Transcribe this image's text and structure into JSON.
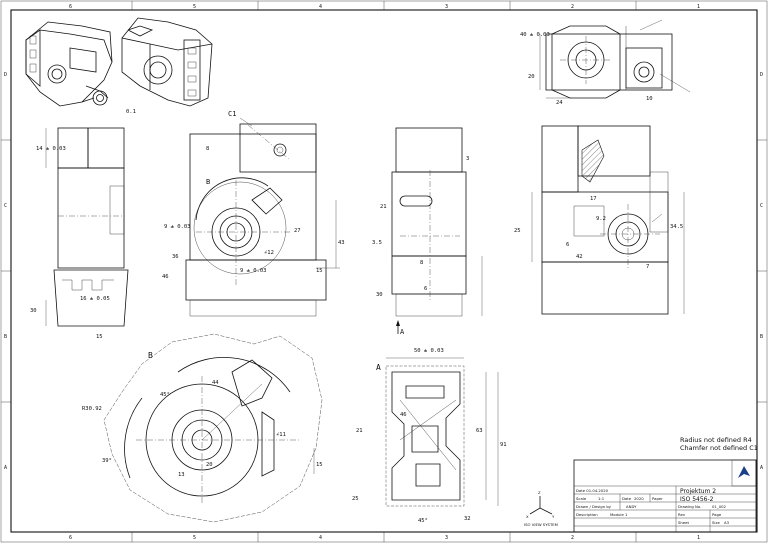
{
  "frame": {
    "zones_top": [
      "6",
      "5",
      "4",
      "3",
      "2",
      "1"
    ],
    "zones_bottom": [
      "6",
      "5",
      "4",
      "3",
      "2",
      "1"
    ],
    "zones_left": [
      "D",
      "C",
      "B",
      "A"
    ],
    "zones_right": [
      "D",
      "C",
      "B",
      "A"
    ]
  },
  "notes": {
    "radius_note": "Radius not defined R4",
    "chamfer_note": "Chamfer not defined C1"
  },
  "detail_labels": {
    "detail_b": "B",
    "section_a": "A",
    "section_a_arrow": "A",
    "view_b_marker": "B",
    "c1_marker": "C1"
  },
  "dimensions": {
    "d_40": "40 ± 0.03",
    "d_50": "50 ± 0.03",
    "d_9": "9 ± 0.03",
    "d_16": "16 ± 0.05",
    "d_14": "14 ± 0.03",
    "d_r30": "R30.92",
    "d_20": "20",
    "d_24": "24",
    "d_10": "10",
    "d_36": "36",
    "d_43": "43",
    "d_30": "30",
    "d_42": "42",
    "d_32": "32",
    "d_15": "15",
    "d_6": "6",
    "d_3": "3",
    "d_8": "8",
    "d_45": "45°",
    "d_34": "34.5",
    "d_39": "39°",
    "d_44": "44",
    "d_17": "17",
    "d_21": "21",
    "d_27": "27",
    "d_46": "46",
    "d_63": "63",
    "d_91": "91",
    "d_25": "25",
    "d_13": "13",
    "d_a12": "∠12",
    "d_a11": "∠11",
    "d_01": "0.1",
    "d_35": "3.5",
    "d_92": "9.2",
    "d_7": "7"
  },
  "title_block": {
    "project": "Projektum 2",
    "standard": "ISO 5456-2",
    "scale_label": "Scale",
    "scale_value": "1:1",
    "date_label": "Date",
    "date_value": "2020",
    "drawn_label": "Drawn / Design by",
    "drawn_value": "ANDY",
    "drawing_no_label": "Drawing No.",
    "drawing_no_value": "01_002",
    "description_label": "Description",
    "description_value": "Module 1",
    "rev_label": "Rev",
    "page_label": "Page",
    "sheet_label": "Sheet",
    "size_label": "Size",
    "size_value": "A3",
    "paper_label": "Paper",
    "top_line": "Date 01.04.2020"
  },
  "axis_triad": {
    "x": "X",
    "y": "Y",
    "z": "Z",
    "caption": "ISO VIEW SYSTEM"
  }
}
